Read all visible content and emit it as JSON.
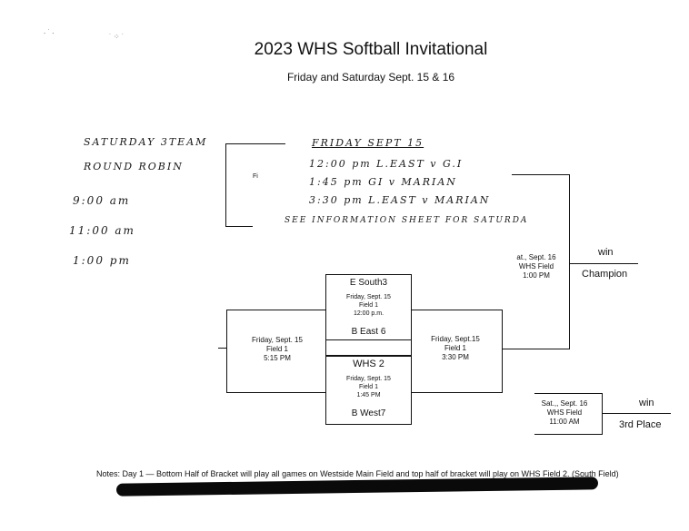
{
  "header": {
    "title": "2023 WHS Softball Invitational",
    "subtitle": "Friday and Saturday Sept. 15 & 16"
  },
  "handwritten_left": {
    "line1": "SATURDAY 3TEAM",
    "line2": "ROUND ROBIN",
    "times": [
      "9:00 am",
      "11:00 am",
      "1:00 pm"
    ]
  },
  "handwritten_box": {
    "heading": "FRIDAY SEPT 15",
    "games": [
      "12:00 pm  L.EAST v G.I",
      "1:45 pm  GI v MARIAN",
      "3:30 pm  L.EAST v MARIAN"
    ],
    "note": "SEE INFORMATION SHEET FOR SATURDA",
    "stub": "Fi"
  },
  "bracket": {
    "top_game": {
      "team_top": "E South3",
      "info": [
        "Friday, Sept. 15",
        "Field 1",
        "12:00 p.m."
      ],
      "team_bottom": "B East 6"
    },
    "bottom_game": {
      "team_top": "WHS 2",
      "info": [
        "Friday, Sept. 15",
        "Field 1",
        "1:45 PM"
      ],
      "team_bottom": "B West7"
    },
    "left_game": [
      "Friday, Sept. 15",
      "Field 1",
      "5:15 PM"
    ],
    "right_game": [
      "Friday, Sept.15",
      "Field 1",
      "3:30 PM"
    ],
    "final_game": [
      "at., Sept. 16",
      "WHS Field",
      "1:00 PM"
    ],
    "champion_win": "win",
    "champion_label": "Champion",
    "third_game": [
      "Sat.,, Sept. 16",
      "WHS Field",
      "11:00 AM"
    ],
    "third_win": "win",
    "third_label": "3rd Place"
  },
  "notes": {
    "text": "Notes:  Day 1  —  Bottom Half of Bracket will play all games on Westside Main Field and top half of bracket will play on WHS Field 2. (South Field)"
  }
}
